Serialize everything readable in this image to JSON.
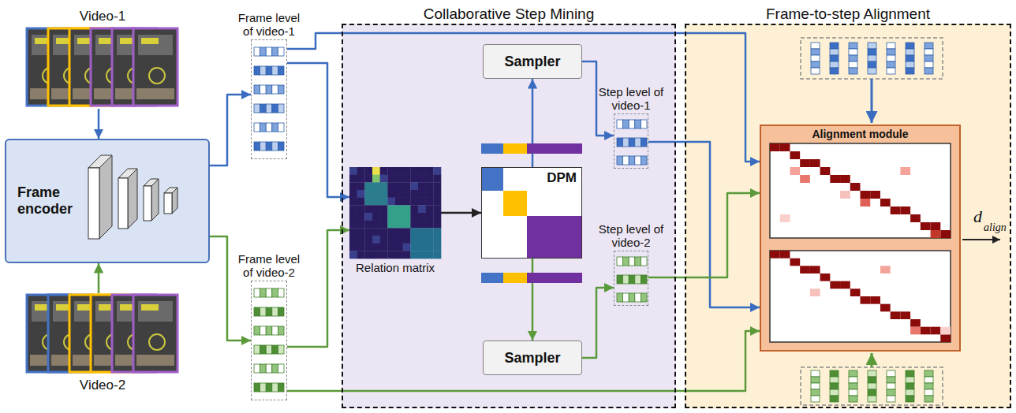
{
  "diagram": {
    "nodes": [
      {
        "text": [
          "Video-1"
        ]
      },
      {
        "text": [
          "Frame encoder"
        ]
      },
      {
        "text": [
          "Video-2"
        ]
      },
      {
        "text": [
          "Frame level of video-1"
        ]
      },
      {
        "text": [
          "Frame level of video-2"
        ]
      },
      {
        "text": [
          "Collaborative Step Mining"
        ]
      },
      {
        "text": [
          "Relation matrix"
        ],
        "in": 5
      },
      {
        "text": [
          "DPM"
        ],
        "in": 5
      },
      {
        "text": [
          "Sampler"
        ],
        "in": 5
      },
      {
        "text": [
          "Sampler"
        ],
        "in": 5
      },
      {
        "text": [
          "Step level of video-1"
        ],
        "in": 5
      },
      {
        "text": [
          "Step level of video-2"
        ],
        "in": 5
      },
      {
        "text": [
          "Frame-to-step Alignment"
        ]
      },
      {
        "text": [
          "Alignment module"
        ],
        "in": 12
      }
    ],
    "edges": [
      {
        "from": 0,
        "to": 1,
        "arrow": "to"
      },
      {
        "from": 2,
        "to": 1,
        "arrow": "to"
      },
      {
        "from": 1,
        "to": 3,
        "arrow": "to"
      },
      {
        "from": 1,
        "to": 4,
        "arrow": "to"
      },
      {
        "from": 3,
        "to": 6,
        "arrow": "to"
      },
      {
        "from": 4,
        "to": 6,
        "arrow": "to"
      },
      {
        "from": 6,
        "to": 7,
        "arrow": "to"
      },
      {
        "from": 7,
        "to": 8,
        "arrow": "to"
      },
      {
        "from": 7,
        "to": 9,
        "arrow": "to"
      },
      {
        "from": 8,
        "to": 10,
        "arrow": "to"
      },
      {
        "from": 9,
        "to": 11,
        "arrow": "to"
      },
      {
        "from": 3,
        "to": 13,
        "arrow": "to"
      },
      {
        "from": 4,
        "to": 13,
        "arrow": "to"
      },
      {
        "from": 10,
        "to": 13,
        "arrow": "to"
      },
      {
        "from": 11,
        "to": 13,
        "arrow": "to"
      }
    ],
    "labels": [
      "d",
      "align"
    ]
  }
}
